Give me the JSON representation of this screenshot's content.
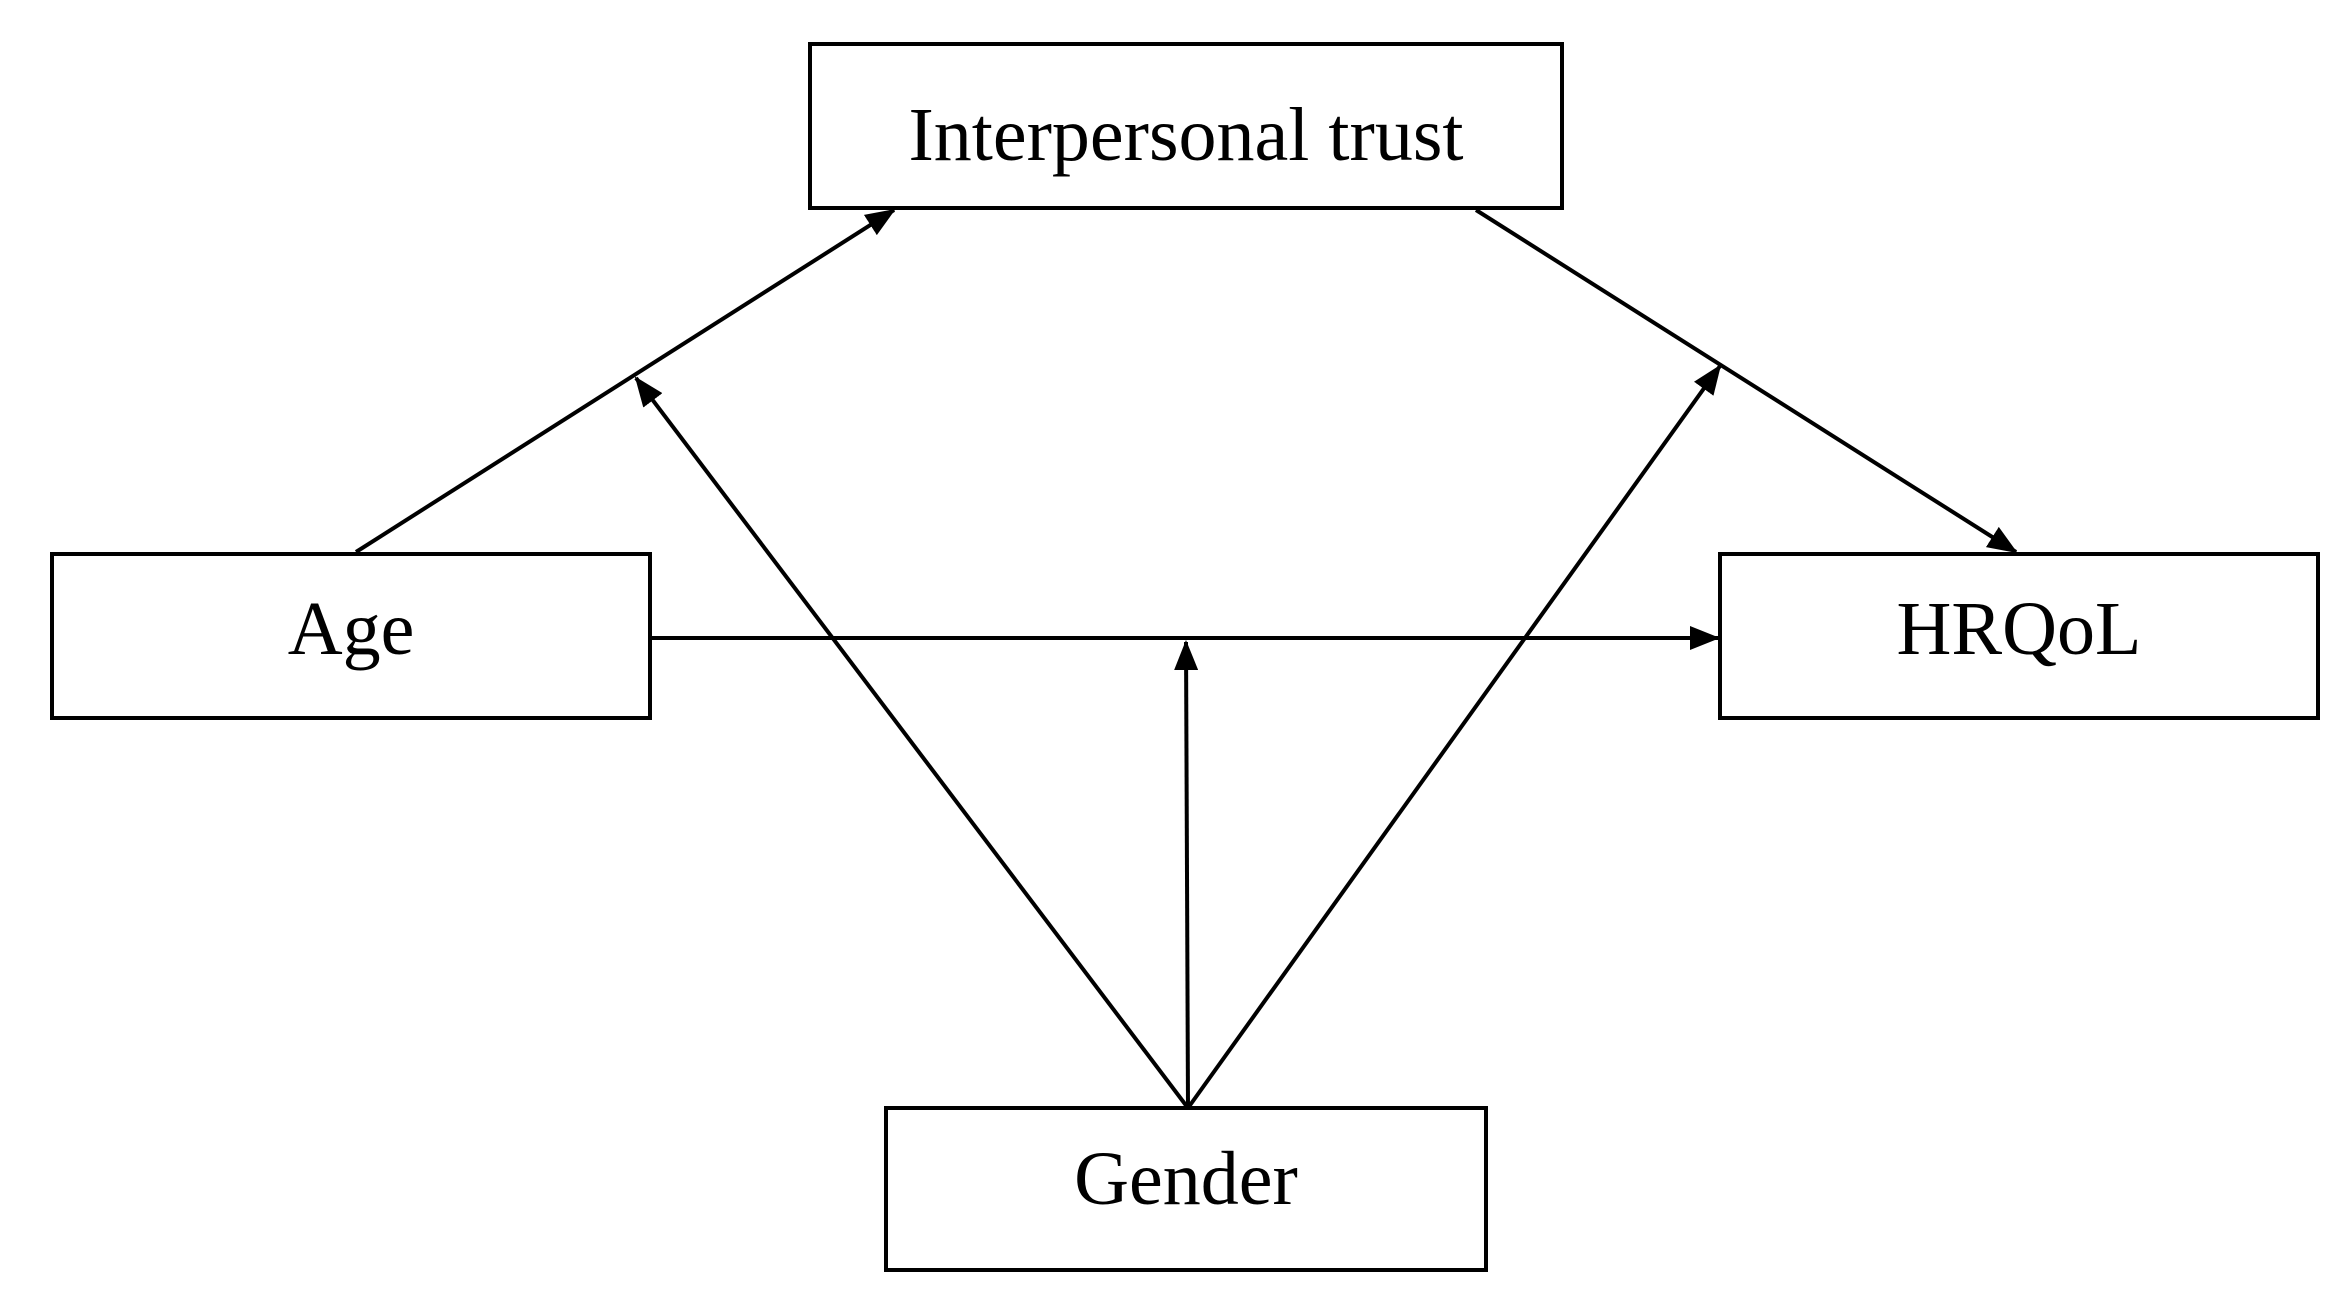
{
  "diagram": {
    "nodes": {
      "interpersonal_trust": {
        "label": "Interpersonal trust"
      },
      "age": {
        "label": "Age"
      },
      "hrqol": {
        "label": "HRQoL"
      },
      "gender": {
        "label": "Gender"
      }
    },
    "edges": [
      {
        "from": "Age",
        "to": "Interpersonal trust"
      },
      {
        "from": "Interpersonal trust",
        "to": "HRQoL"
      },
      {
        "from": "Age",
        "to": "HRQoL"
      },
      {
        "from": "Gender",
        "to": "Age → Interpersonal trust path"
      },
      {
        "from": "Gender",
        "to": "Age → HRQoL path"
      },
      {
        "from": "Gender",
        "to": "Interpersonal trust → HRQoL path"
      }
    ],
    "colors": {
      "stroke": "#000000",
      "background": "#ffffff"
    }
  }
}
